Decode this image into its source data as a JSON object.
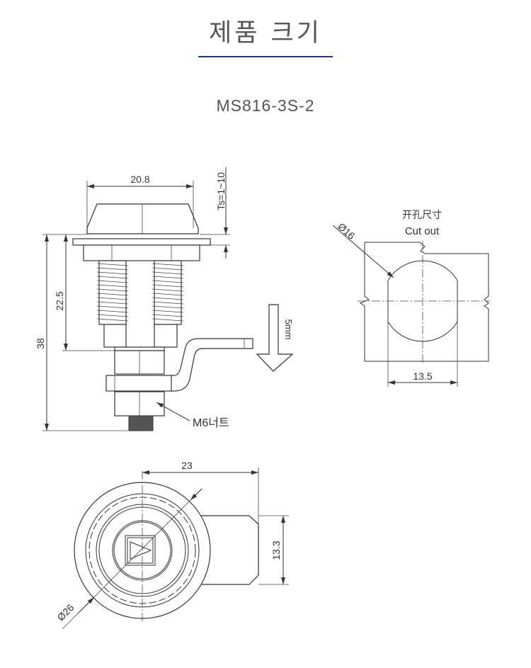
{
  "header": {
    "title": "제품 크기",
    "accent_color": "#1f3a7a"
  },
  "model": "MS816-3S-2",
  "side_view": {
    "dim_head_width": "20.8",
    "dim_thickness": "Ts=1~10",
    "dim_body": "22.5",
    "dim_total": "38",
    "travel": "5mm",
    "nut_label": "M6너트"
  },
  "cutout_view": {
    "label_cn": "开孔尺寸",
    "label_en": "Cut out",
    "dim_diameter": "Ø16",
    "dim_flat": "13.5"
  },
  "front_view": {
    "dim_cam_reach": "23",
    "dim_cam_width": "13.3",
    "dim_diameter": "Ø26"
  }
}
